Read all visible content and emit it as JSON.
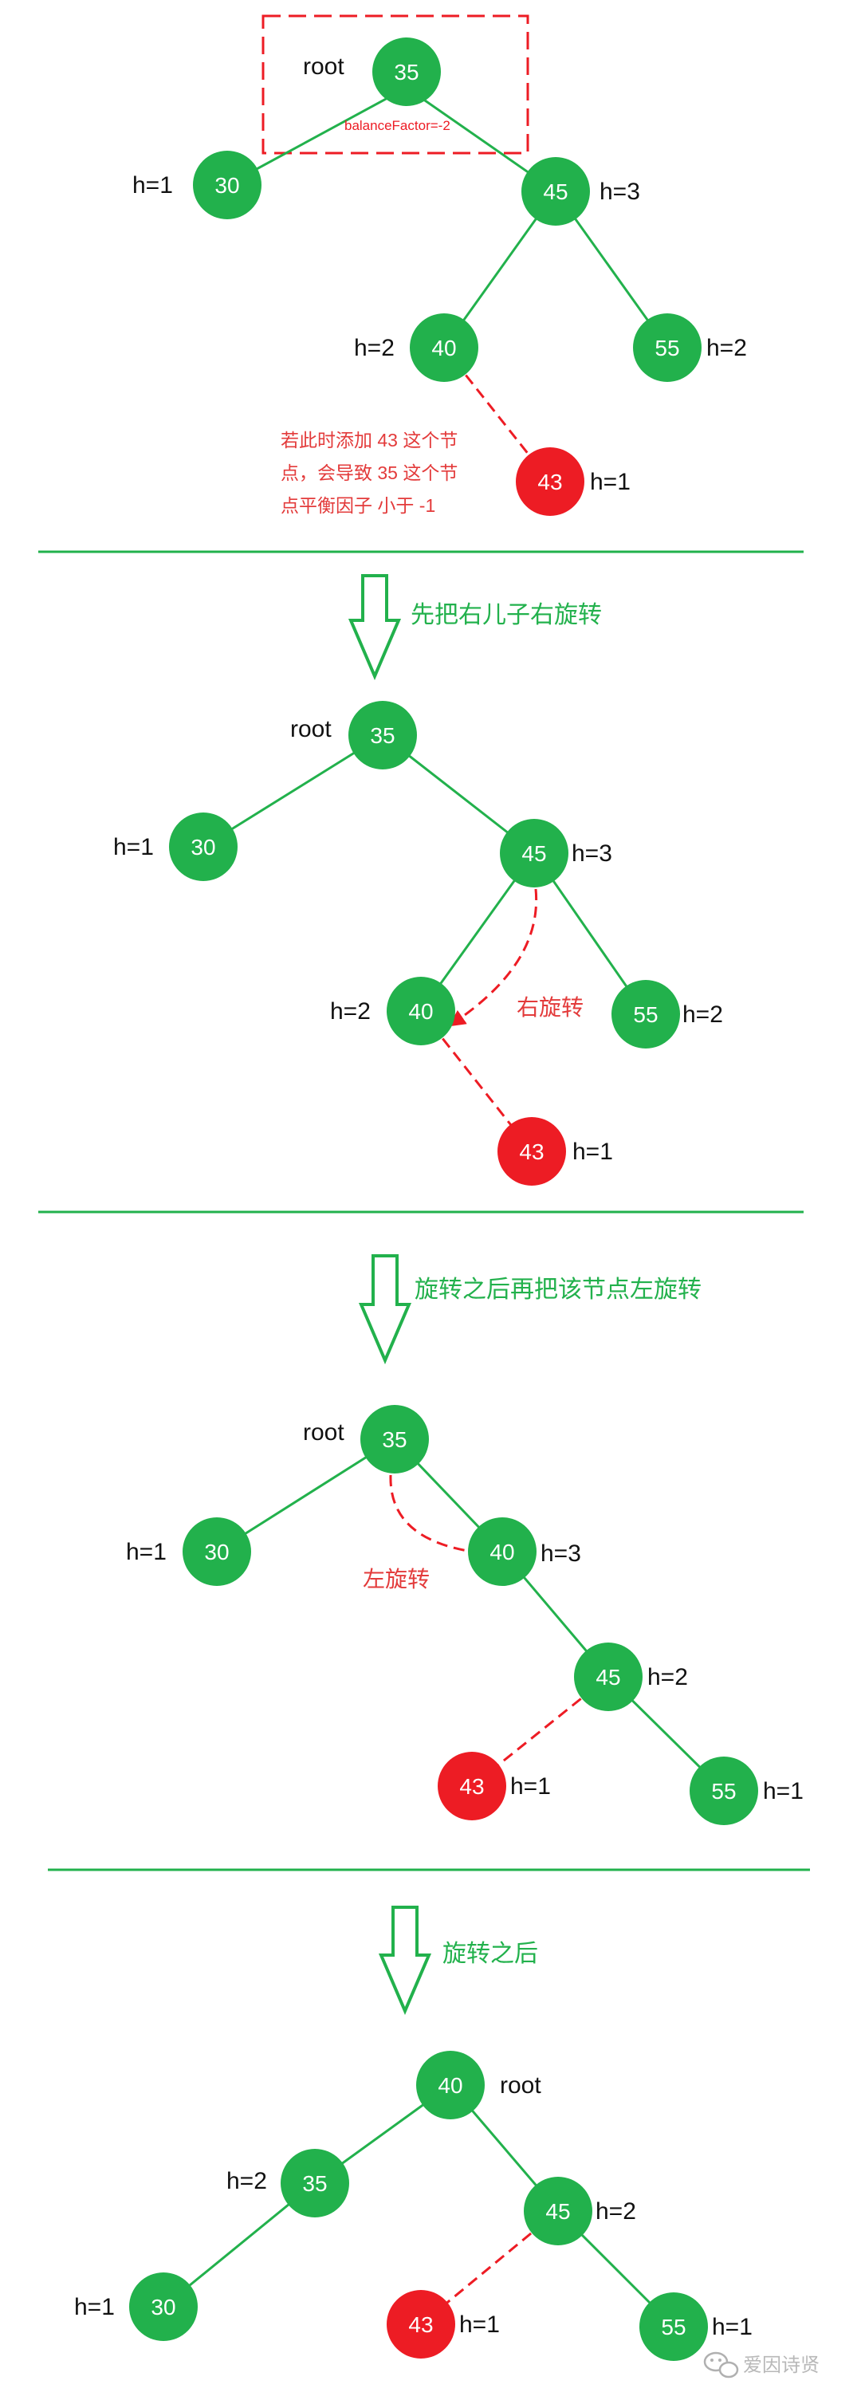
{
  "colors": {
    "node_green": "#22b14c",
    "node_red": "#ed1c24",
    "edge_green": "#22b14c",
    "edge_red": "#ed1c24",
    "annotation_red": "#e33b3b",
    "caption_green": "#22b14c",
    "separator_green": "#22b14c",
    "arrow_green": "#22b14c",
    "label_black": "#111111"
  },
  "steps": [
    {
      "nodes": {
        "n35": "35",
        "n30": "30",
        "n45": "45",
        "n40": "40",
        "n55": "55",
        "n43": "43"
      },
      "root_label": "root",
      "heights": {
        "h30": "h=1",
        "h45": "h=3",
        "h40": "h=2",
        "h55": "h=2",
        "h43": "h=1"
      },
      "balance_factor": "balanceFactor=-2",
      "note_lines": [
        "若此时添加 43 这个节",
        "点，会导致 35 这个节",
        "点平衡因子 小于 -1"
      ]
    },
    {
      "caption": "先把右儿子右旋转",
      "nodes": {
        "n35": "35",
        "n30": "30",
        "n45": "45",
        "n40": "40",
        "n55": "55",
        "n43": "43"
      },
      "root_label": "root",
      "heights": {
        "h30": "h=1",
        "h45": "h=3",
        "h40": "h=2",
        "h55": "h=2",
        "h43": "h=1"
      },
      "rotation_label": "右旋转"
    },
    {
      "caption": "旋转之后再把该节点左旋转",
      "nodes": {
        "n35": "35",
        "n30": "30",
        "n40": "40",
        "n45": "45",
        "n43": "43",
        "n55": "55"
      },
      "root_label": "root",
      "heights": {
        "h30": "h=1",
        "h40": "h=3",
        "h45": "h=2",
        "h43": "h=1",
        "h55": "h=1"
      },
      "rotation_label": "左旋转"
    },
    {
      "caption": "旋转之后",
      "nodes": {
        "n40": "40",
        "n35": "35",
        "n45": "45",
        "n30": "30",
        "n43": "43",
        "n55": "55"
      },
      "root_label": "root",
      "heights": {
        "h35": "h=2",
        "h45": "h=2",
        "h30": "h=1",
        "h43": "h=1",
        "h55": "h=1"
      }
    }
  ],
  "watermark": {
    "icon": "wechat-icon",
    "text": "爱因诗贤"
  }
}
